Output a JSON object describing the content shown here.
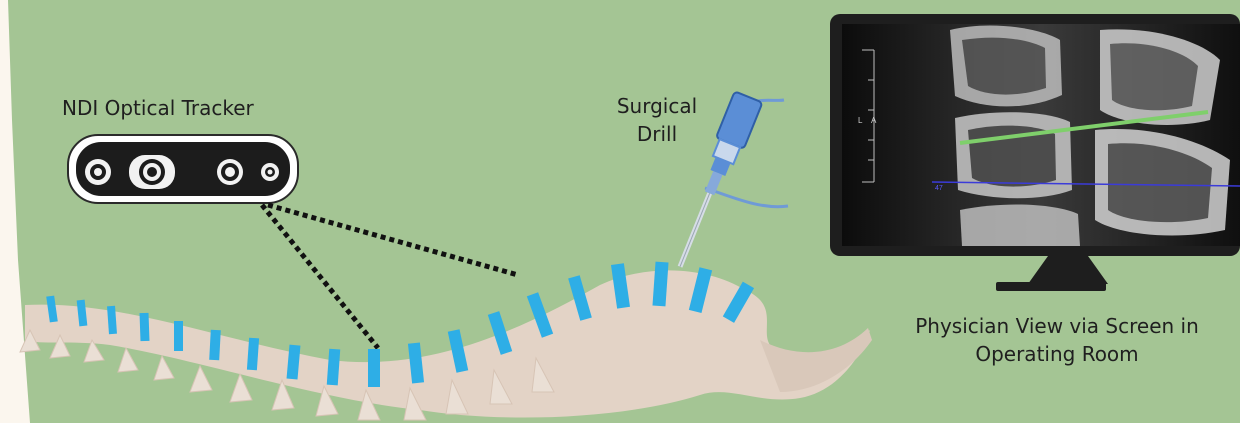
{
  "labels": {
    "tracker": "NDI Optical Tracker",
    "drill_line1": "Surgical",
    "drill_line2": "Drill",
    "screen_line1": "Physician View via Screen in",
    "screen_line2": "Operating Room"
  },
  "screen_overlay": {
    "side_label_left": "L",
    "side_label_right": "A",
    "line_value": "47"
  },
  "colors": {
    "background": "#a4c594",
    "bone": "#e3d3c6",
    "disc": "#2eaee6",
    "monitor": "#1e1e1e",
    "drill_body": "#5b8ed6",
    "trajectory_line": "#7fcf6b",
    "scan_line": "#3b3bd9"
  },
  "icons": [
    "optical-tracker-icon",
    "surgical-drill-icon",
    "spine-icon",
    "monitor-icon"
  ]
}
